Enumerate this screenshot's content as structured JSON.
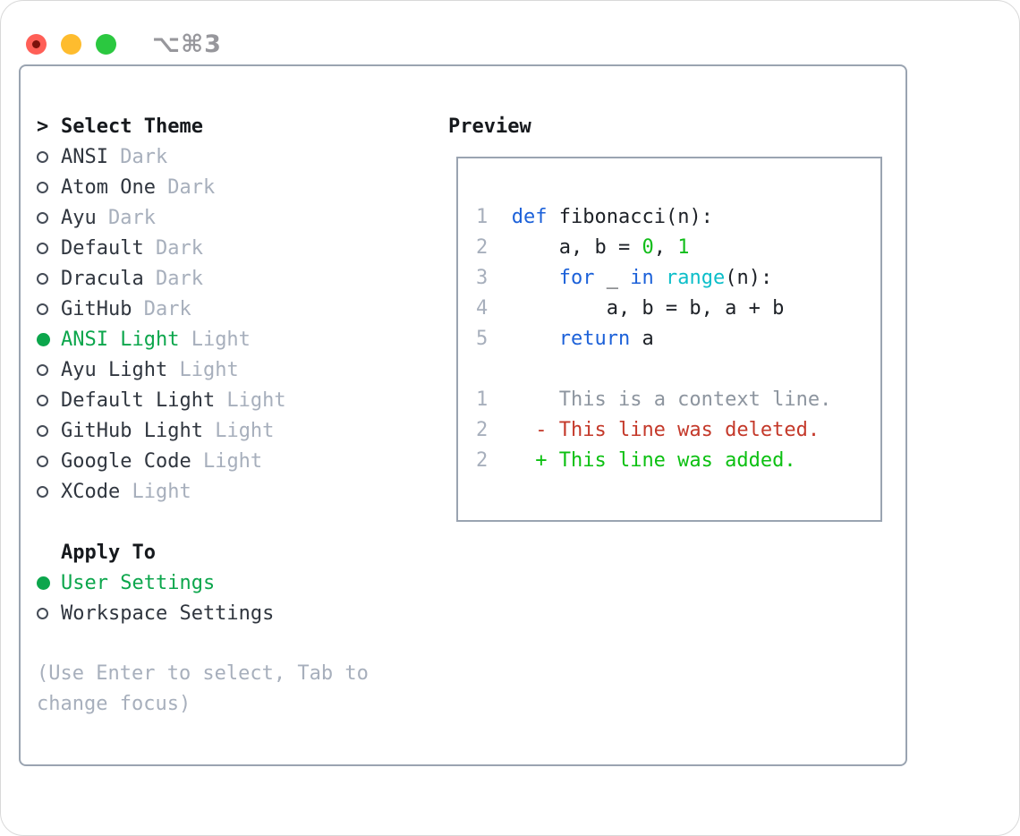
{
  "window": {
    "shortcut": "⌥⌘3",
    "traffic_lights": [
      "close",
      "minimize",
      "zoom"
    ]
  },
  "theme_list": {
    "cursor": ">",
    "header": "Select Theme",
    "items": [
      {
        "name": "ANSI",
        "variant": "Dark",
        "selected": false
      },
      {
        "name": "Atom One",
        "variant": "Dark",
        "selected": false
      },
      {
        "name": "Ayu",
        "variant": "Dark",
        "selected": false
      },
      {
        "name": "Default",
        "variant": "Dark",
        "selected": false
      },
      {
        "name": "Dracula",
        "variant": "Dark",
        "selected": false
      },
      {
        "name": "GitHub",
        "variant": "Dark",
        "selected": false
      },
      {
        "name": "ANSI Light",
        "variant": "Light",
        "selected": true
      },
      {
        "name": "Ayu Light",
        "variant": "Light",
        "selected": false
      },
      {
        "name": "Default Light",
        "variant": "Light",
        "selected": false
      },
      {
        "name": "GitHub Light",
        "variant": "Light",
        "selected": false
      },
      {
        "name": "Google Code",
        "variant": "Light",
        "selected": false
      },
      {
        "name": "XCode",
        "variant": "Light",
        "selected": false
      }
    ]
  },
  "apply_to": {
    "header": "Apply To",
    "options": [
      {
        "label": "User Settings",
        "selected": true
      },
      {
        "label": "Workspace Settings",
        "selected": false
      }
    ]
  },
  "help_lines": [
    "(Use Enter to select, Tab to",
    "change focus)"
  ],
  "preview": {
    "header": "Preview",
    "lines": [
      [
        {
          "t": "1",
          "c": "num"
        },
        {
          "t": "  ",
          "c": "plain"
        },
        {
          "t": "def",
          "c": "kw"
        },
        {
          "t": " fibonacci(n):",
          "c": "plain"
        }
      ],
      [
        {
          "t": "2",
          "c": "num"
        },
        {
          "t": "      a, b = ",
          "c": "plain"
        },
        {
          "t": "0",
          "c": "lit"
        },
        {
          "t": ", ",
          "c": "plain"
        },
        {
          "t": "1",
          "c": "lit"
        }
      ],
      [
        {
          "t": "3",
          "c": "num"
        },
        {
          "t": "      ",
          "c": "plain"
        },
        {
          "t": "for",
          "c": "kw"
        },
        {
          "t": " _ ",
          "c": "plain"
        },
        {
          "t": "in",
          "c": "kw"
        },
        {
          "t": " ",
          "c": "plain"
        },
        {
          "t": "range",
          "c": "fn"
        },
        {
          "t": "(n):",
          "c": "plain"
        }
      ],
      [
        {
          "t": "4",
          "c": "num"
        },
        {
          "t": "          a, b = b, a + b",
          "c": "plain"
        }
      ],
      [
        {
          "t": "5",
          "c": "num"
        },
        {
          "t": "      ",
          "c": "plain"
        },
        {
          "t": "return",
          "c": "kw"
        },
        {
          "t": " a",
          "c": "plain"
        }
      ],
      [],
      [
        {
          "t": "1",
          "c": "num"
        },
        {
          "t": "      ",
          "c": "plain"
        },
        {
          "t": "This is a context line.",
          "c": "ctx"
        }
      ],
      [
        {
          "t": "2",
          "c": "num"
        },
        {
          "t": "    ",
          "c": "plain"
        },
        {
          "t": "- This line was deleted.",
          "c": "del"
        }
      ],
      [
        {
          "t": "2",
          "c": "num"
        },
        {
          "t": "    ",
          "c": "plain"
        },
        {
          "t": "+ This line was added.",
          "c": "add"
        }
      ]
    ]
  },
  "colors": {
    "border": "#9aa4b1",
    "heading": "#16191d",
    "text": "#30363f",
    "code-text": "#1d2127",
    "muted": "#a7afbc",
    "muted-dark": "#97979c",
    "ctx-gray": "#8d959f",
    "kw-blue": "#1c61d9",
    "fn-cyan": "#0cbec9",
    "lit-green": "#12bd1a",
    "add-green": "#0cc012",
    "del-red": "#c4392a",
    "sel-green": "#0ca64c",
    "tl-red": "#ff5f57",
    "tl-red-dot": "#7c110b",
    "tl-yellow": "#febc2e",
    "tl-green": "#2bc840"
  }
}
